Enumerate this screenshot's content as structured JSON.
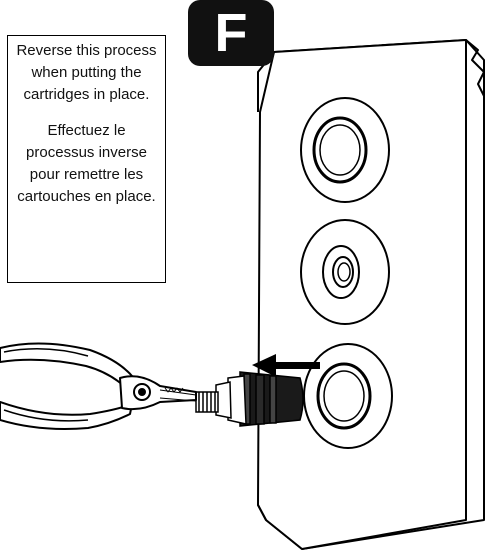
{
  "step": {
    "letter": "F"
  },
  "note": {
    "en": [
      "Reverse this process",
      "when putting the",
      "cartridges in place."
    ],
    "fr": [
      "Effectuez le",
      "processus inverse",
      "pour remettre les",
      "cartouches en place."
    ]
  },
  "icons": [
    "pliers-icon",
    "cartridge-icon",
    "arrow-left-icon"
  ]
}
